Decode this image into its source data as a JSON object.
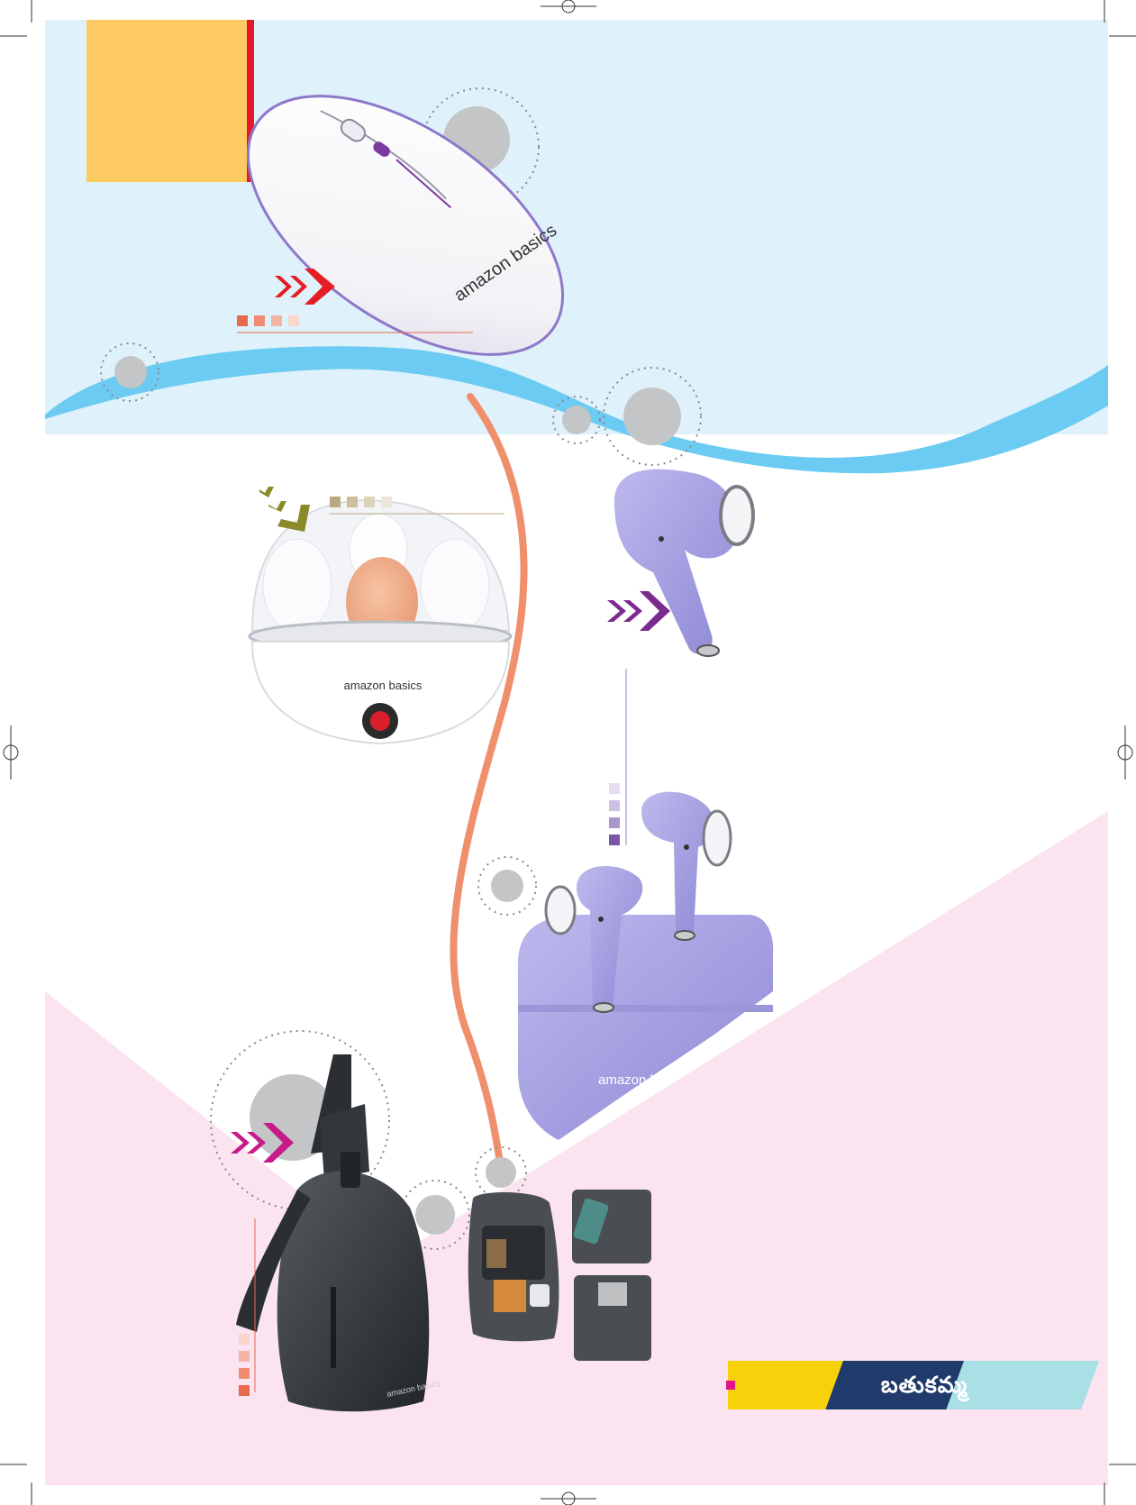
{
  "products": {
    "mouse": {
      "brand": "amazon basics"
    },
    "egg_boiler": {
      "brand": "amazon basics"
    },
    "earbuds_case": {
      "brand": "amazon b"
    },
    "sling_bag": {
      "brand": "amazon basics"
    }
  },
  "footer": {
    "section_title": "బతుకమ్మ"
  },
  "colors": {
    "sky": "#dff1fa",
    "wave": "#6ccbf2",
    "pink": "#fbe4ef",
    "yellow_block": "#fdcb61",
    "red_bar": "#e3192b",
    "salmon_line": "#f08f6c",
    "lavender": "#a9a5e3",
    "magenta_arrow": "#c71b8c",
    "red_arrow": "#e51e25",
    "olive_arrow": "#8a8a2a",
    "purple_arrow": "#7b2a8e",
    "navy": "#1f3a6b",
    "gold": "#f7d10a"
  }
}
